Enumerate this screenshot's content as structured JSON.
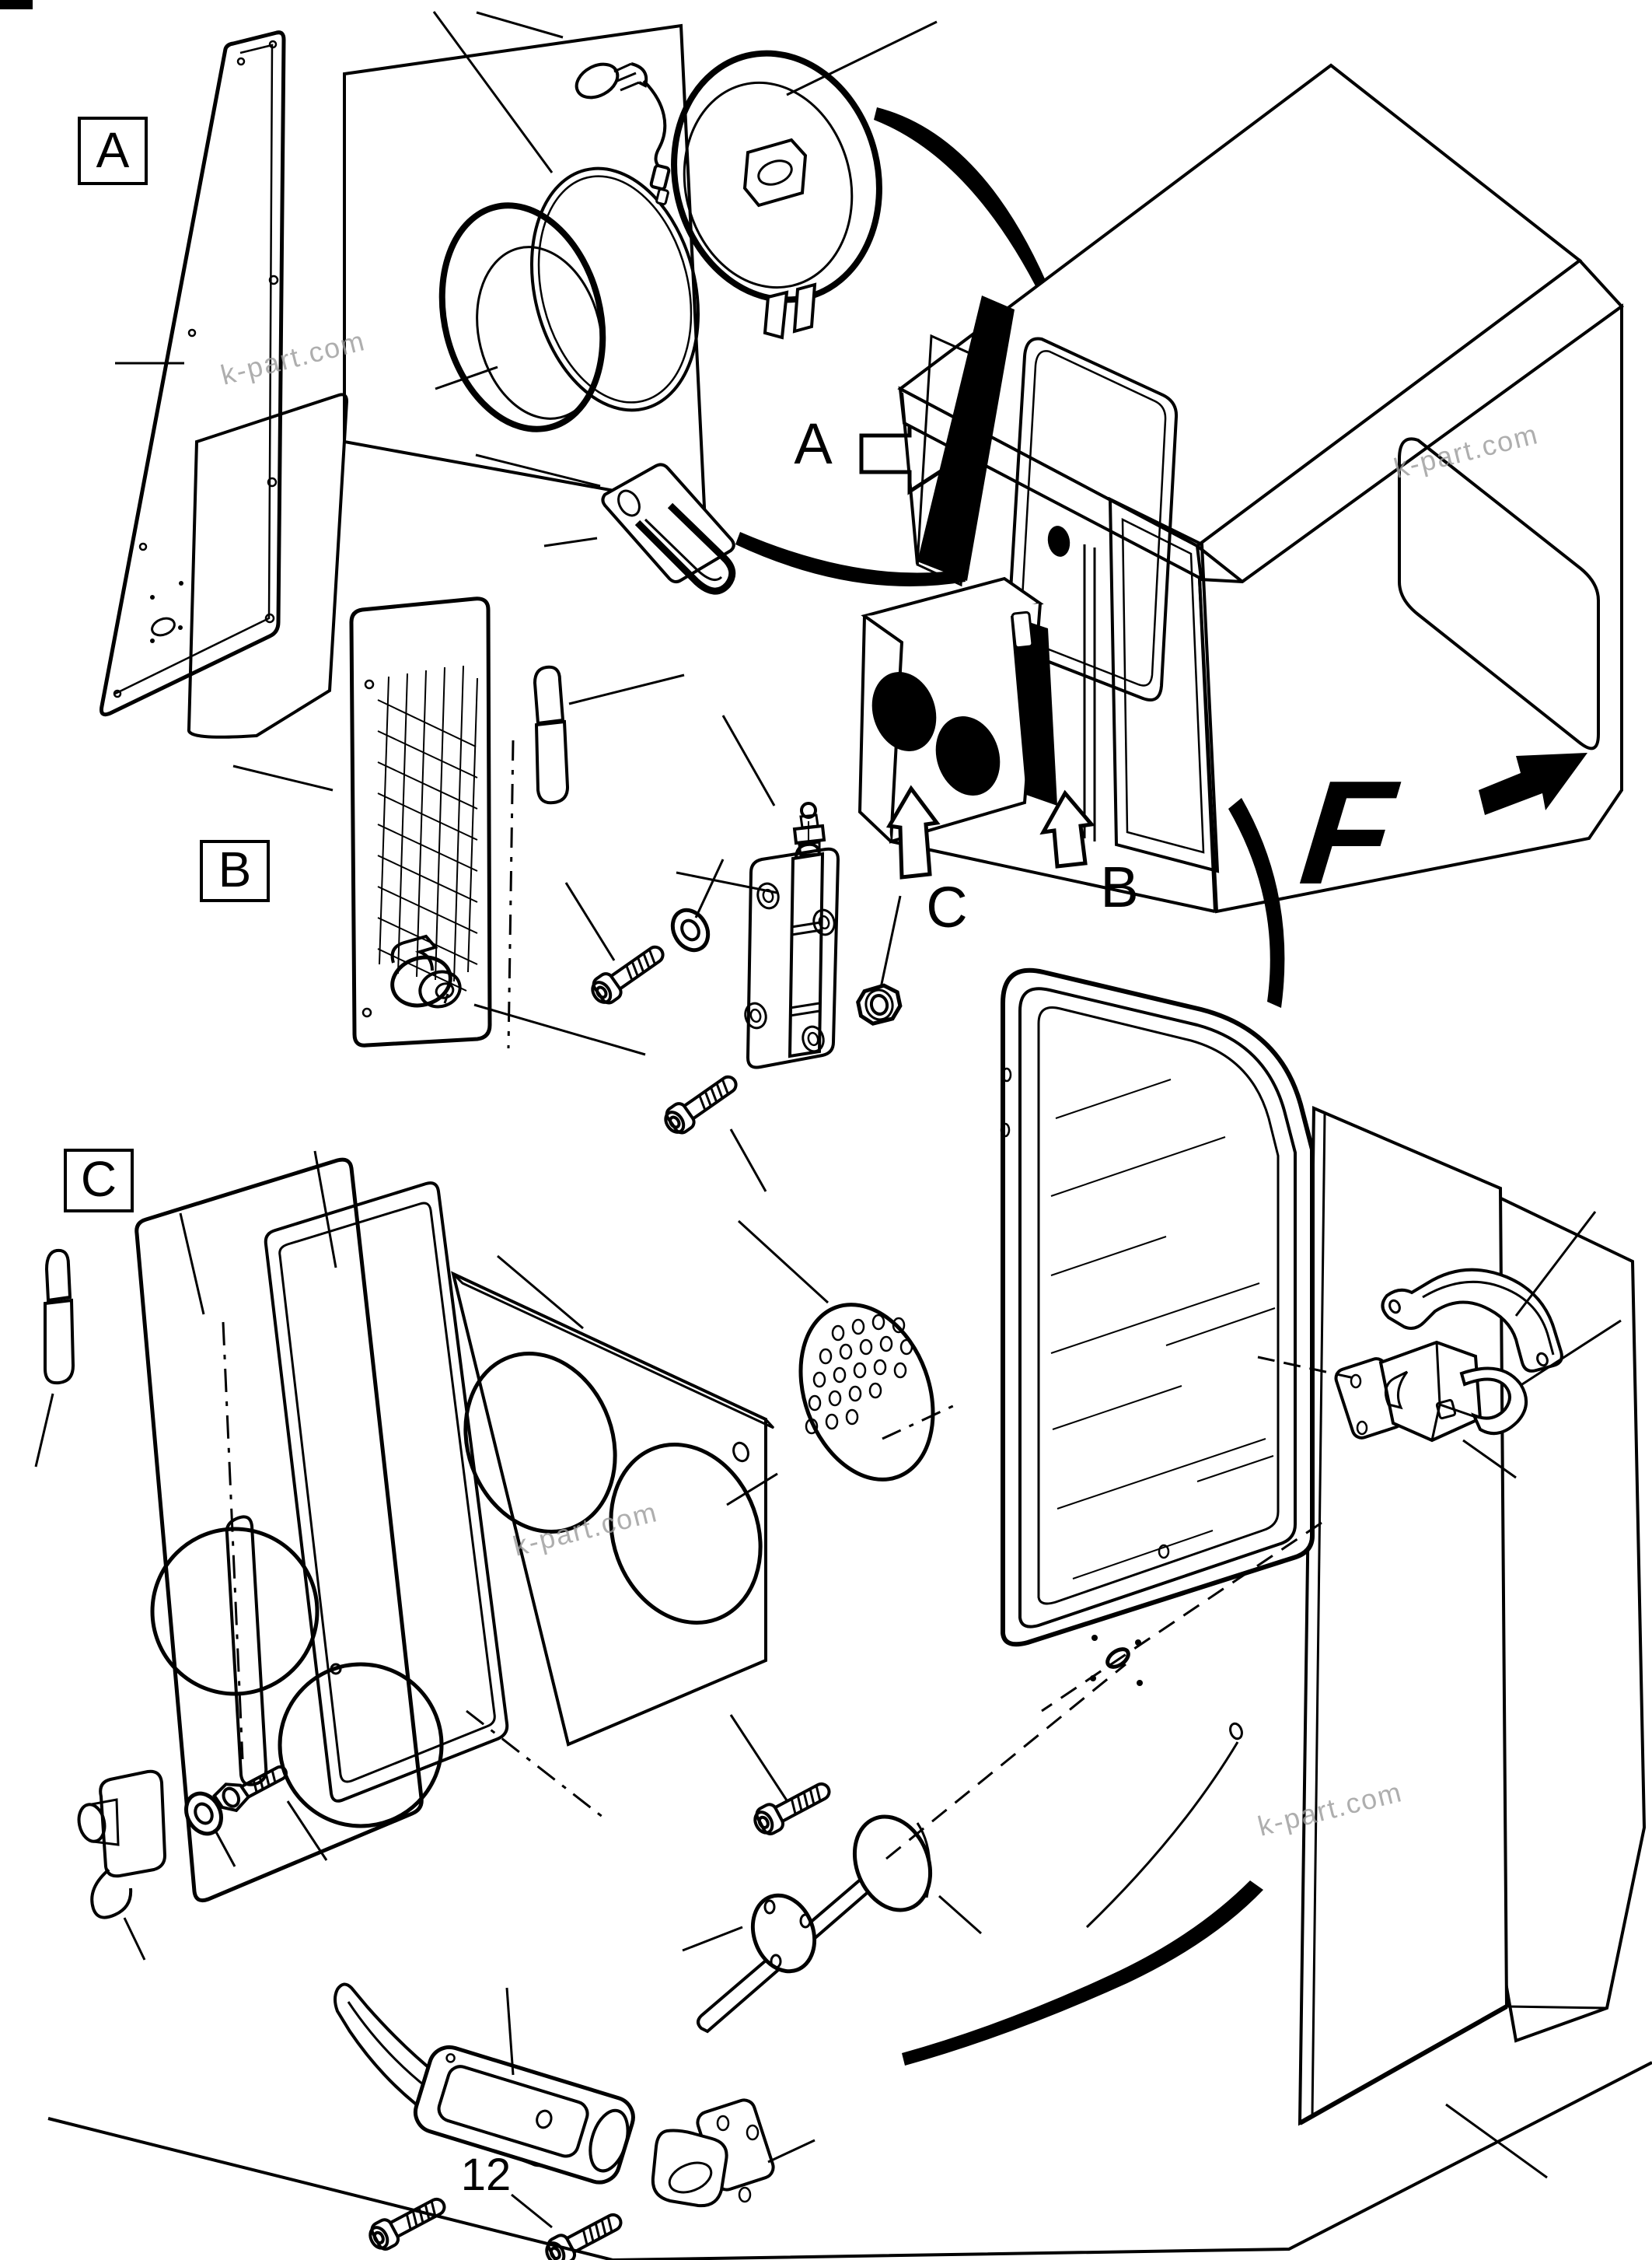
{
  "page": {
    "watermark_text": "k-part.com",
    "ink_color": "#000000",
    "paper_color": "#ffffff",
    "watermark_color": "#9b9b9b"
  },
  "labels": {
    "section_a": "A",
    "section_b": "B",
    "section_c": "C",
    "view_a": "A",
    "view_b": "B",
    "view_c": "C",
    "direction_f": "F",
    "part_12": "12"
  }
}
